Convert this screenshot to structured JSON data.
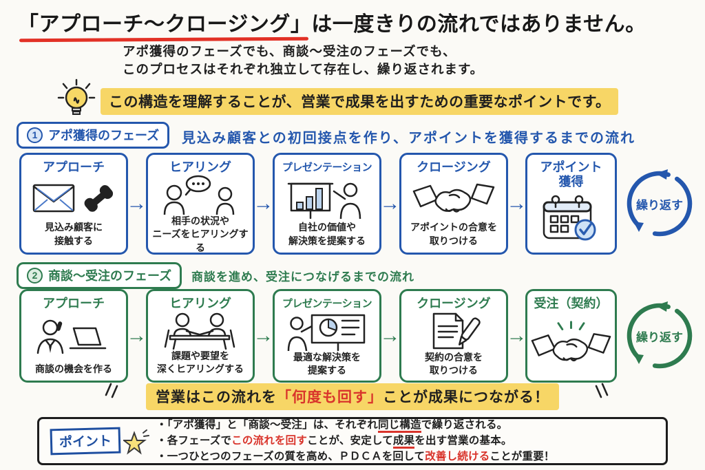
{
  "title": {
    "emphasis": "「アプローチ〜クロージング」",
    "rest": "は一度きりの流れではありません。"
  },
  "intro": {
    "line1": "アポ獲得のフェーズでも、商談〜受注のフェーズでも、",
    "line2": "このプロセスはそれぞれ独立して存在し、繰り返されます。"
  },
  "key_message": "この構造を理解することが、営業で成果を出すための重要なポイントです。",
  "phase1": {
    "number": "1",
    "label": "アポ獲得のフェーズ",
    "description": "見込み顧客との初回接点を作り、アポイントを獲得するまでの流れ",
    "repeat_label": "繰り返す",
    "steps": [
      {
        "title": "アプローチ",
        "caption": "見込み顧客に\n接触する",
        "icon": "envelope-phone-icon"
      },
      {
        "title": "ヒアリング",
        "caption": "相手の状況や\nニーズをヒアリングする",
        "icon": "two-people-talk-icon"
      },
      {
        "title": "プレゼンテーション",
        "caption": "自社の価値や\n解決策を提案する",
        "icon": "bar-chart-presentation-icon"
      },
      {
        "title": "クロージング",
        "caption": "アポイントの合意を\n取りつける",
        "icon": "handshake-icon"
      },
      {
        "title": "アポイント\n獲得",
        "caption": "",
        "icon": "calendar-check-icon"
      }
    ]
  },
  "phase2": {
    "number": "2",
    "label": "商談〜受注のフェーズ",
    "description": "商談を進め、受注につなげるまでの流れ",
    "repeat_label": "繰り返す",
    "steps": [
      {
        "title": "アプローチ",
        "caption": "商談の機会を作る",
        "icon": "salesperson-phone-laptop-icon"
      },
      {
        "title": "ヒアリング",
        "caption": "課題や要望を\n深くヒアリングする",
        "icon": "meeting-table-icon"
      },
      {
        "title": "プレゼンテーション",
        "caption": "最適な解決策を\n提案する",
        "icon": "pie-chart-presentation-icon"
      },
      {
        "title": "クロージング",
        "caption": "契約の合意を\n取りつける",
        "icon": "contract-pen-icon"
      },
      {
        "title": "受注（契約）",
        "caption": "",
        "icon": "handshake-success-icon"
      }
    ]
  },
  "conclusion": {
    "pre": "営業はこの流れを",
    "emphasis": "「何度も回す」",
    "post": "ことが成果につながる！"
  },
  "point_box": {
    "label": "ポイント",
    "bullets": [
      {
        "seg1": "・「アポ獲得」と「商談〜受注」は、それぞれ",
        "em": "同じ構造",
        "seg2": "で繰り返される。"
      },
      {
        "seg1": "・各フェーズで",
        "red": "この流れを回す",
        "seg2": "ことが、安定して",
        "em": "成果",
        "seg3": "を出す営業の基本。"
      },
      {
        "seg1": "・一つひとつのフェーズの質を高め、ＰＤＣＡを回して",
        "red": "改善し続ける",
        "seg2": "ことが重要！"
      }
    ]
  },
  "colors": {
    "phase1_blue": "#2457ad",
    "phase2_green": "#2e7b4f",
    "emphasis_red": "#d9342b",
    "title_underline_red": "#e23126",
    "highlight_yellow": "#f7d666",
    "icon_fill_blue": "#bcd4ee",
    "ink": "#1f1f1f"
  }
}
